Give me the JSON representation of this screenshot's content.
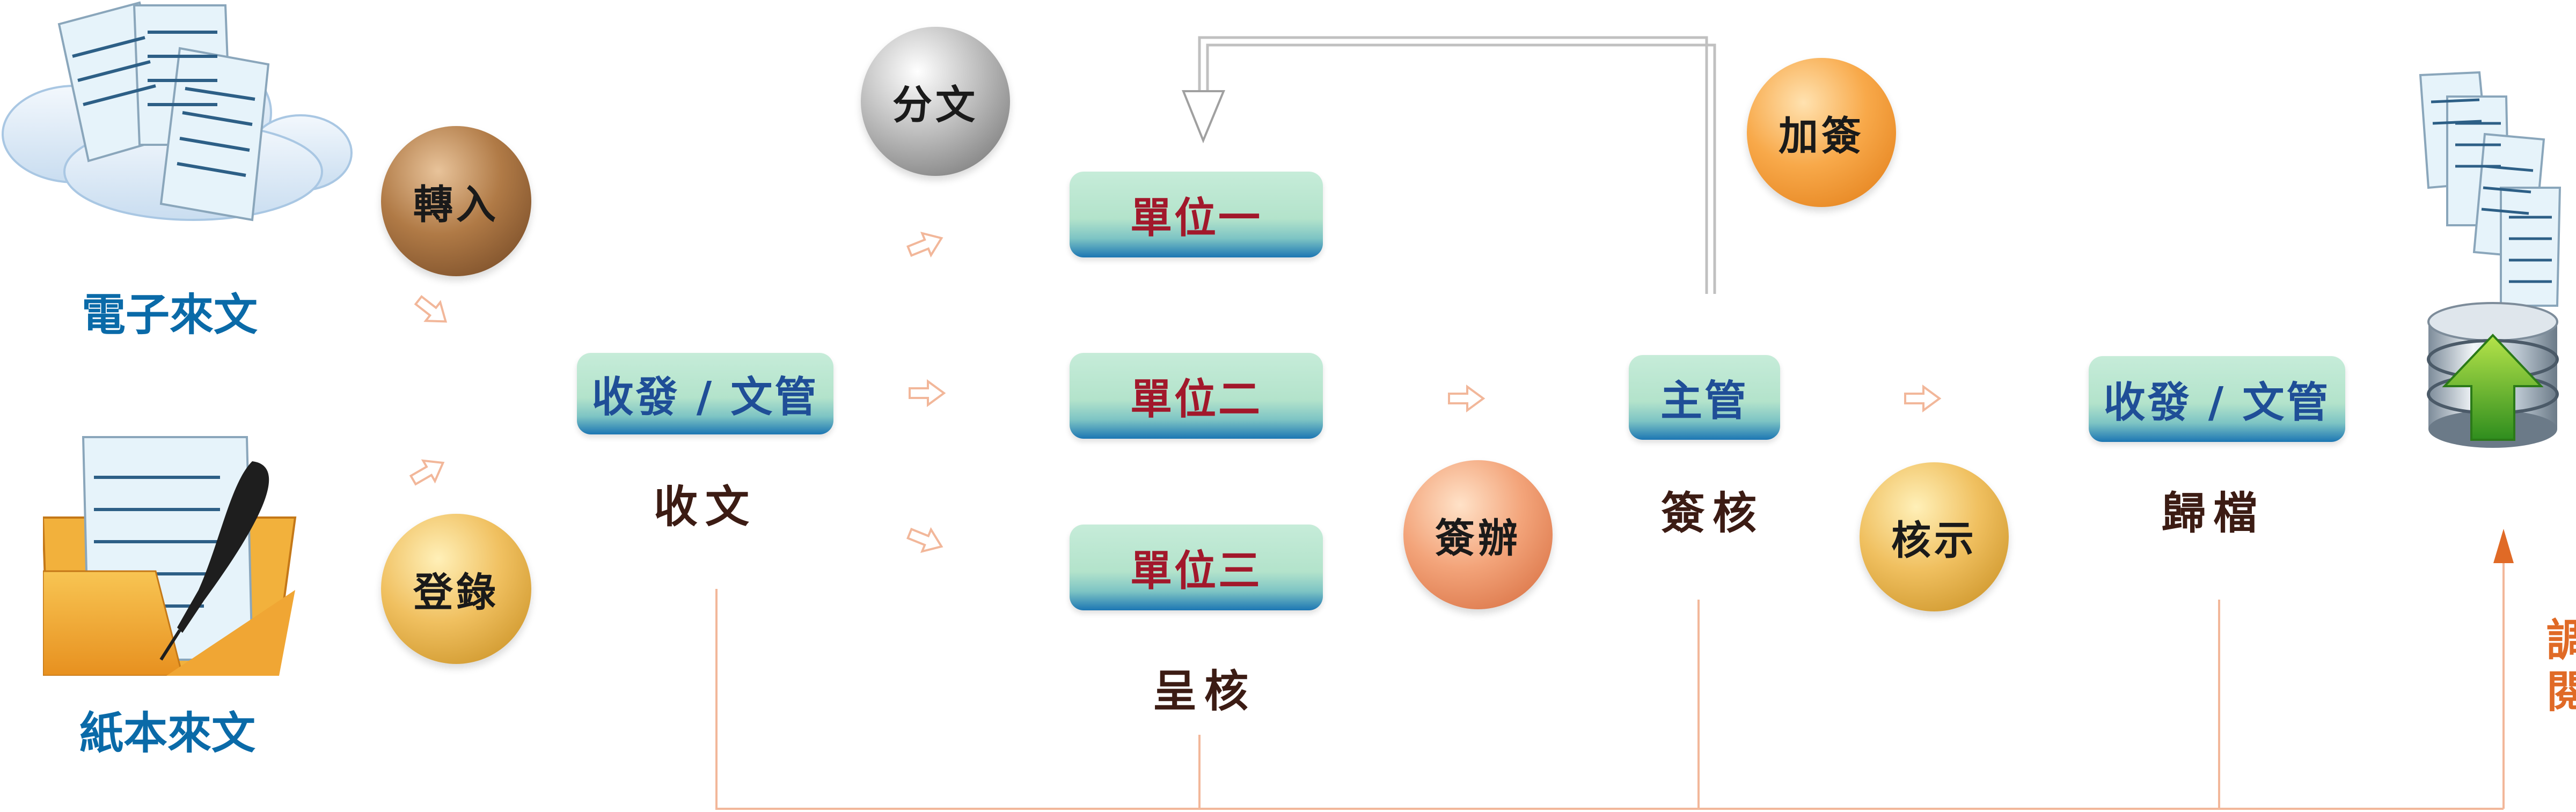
{
  "sources": {
    "electronic_label": "電子來文",
    "paper_label": "紙本來文",
    "electronic_icon": "cloud-documents-icon",
    "paper_icon": "folder-quill-icon"
  },
  "steps": {
    "transfer": "轉入",
    "register": "登錄",
    "distribute": "分文",
    "countersign": "加簽",
    "sign_handle": "簽辦",
    "approve": "核示"
  },
  "boxes": {
    "receiving_clerk": "收發 / 文管",
    "unit1": "單位一",
    "unit2": "單位二",
    "unit3": "單位三",
    "supervisor": "主管",
    "archive_clerk": "收發 / 文管"
  },
  "stage_labels": {
    "receive": "收文",
    "submit_review": "呈核",
    "sign_review": "簽核",
    "archive": "歸檔",
    "consult": "調閱"
  },
  "archive_icon": "database-upload-icon",
  "colors": {
    "box_text_blue": "#1f4e97",
    "box_text_red": "#a2182b",
    "label_blue": "#0a6aa8",
    "consult_orange": "#e06a26",
    "wire_peach": "#f2b79a",
    "wire_gray": "#c0c0c0"
  }
}
